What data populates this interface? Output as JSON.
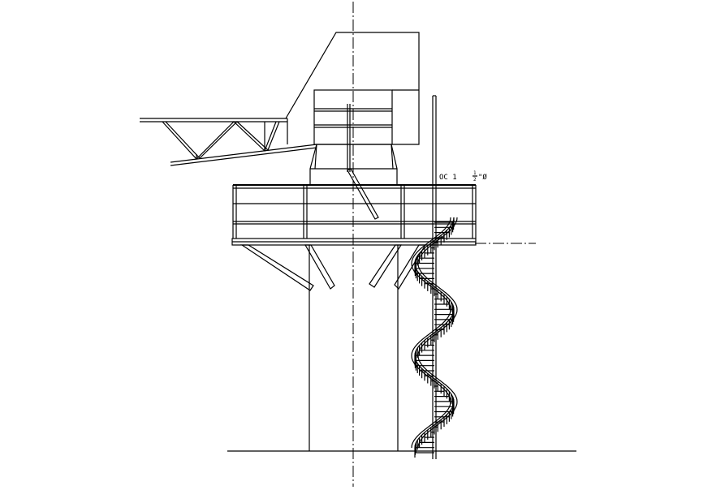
{
  "drawing": {
    "annotation": {
      "prefix": "OC 1 ",
      "numerator": "1",
      "denominator": "2",
      "suffix": "\"Ø"
    }
  }
}
